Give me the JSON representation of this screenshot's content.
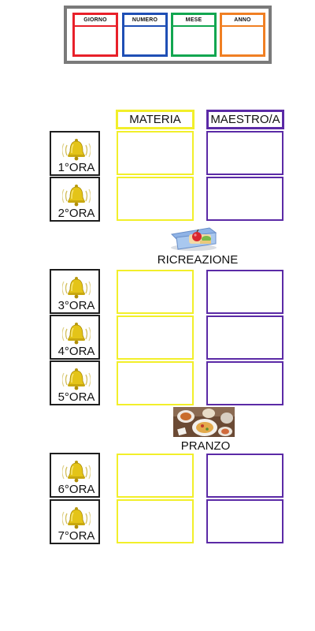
{
  "date_header": {
    "labels": [
      "GIORNO",
      "NUMERO",
      "MESE",
      "ANNO"
    ],
    "colors": [
      "#e8202a",
      "#1f4fb5",
      "#12a650",
      "#f07f23"
    ],
    "frame_color": "#7a7a7a"
  },
  "columns": {
    "subject": "MATERIA",
    "teacher": "MAESTRO/A",
    "subject_color": "#f2ef2a",
    "teacher_color": "#5b2aa6"
  },
  "hours": [
    "1°ORA",
    "2°ORA",
    "3°ORA",
    "4°ORA",
    "5°ORA",
    "6°ORA",
    "7°ORA"
  ],
  "breaks": {
    "recess": "RICREAZIONE",
    "lunch": "PRANZO"
  },
  "icons": {
    "bell": "bell-icon",
    "recess": "lunchbox-icon",
    "lunch": "meal-icon"
  }
}
